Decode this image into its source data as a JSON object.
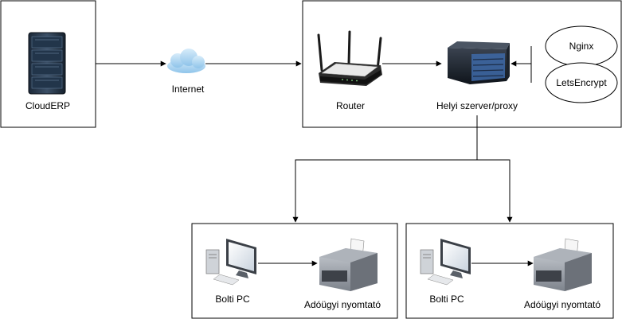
{
  "nodes": {
    "cloud_erp": {
      "label": "CloudERP",
      "icon": "server-rack-icon"
    },
    "internet": {
      "label": "Internet",
      "icon": "cloud-icon"
    },
    "router": {
      "label": "Router",
      "icon": "router-icon"
    },
    "local_server": {
      "label": "Helyi szerver/proxy",
      "icon": "server-icon"
    },
    "nginx": {
      "label": "Nginx"
    },
    "letsencrypt": {
      "label": "LetsEncrypt"
    },
    "shop_left": {
      "pc": {
        "label": "Bolti PC",
        "icon": "desktop-pc-icon"
      },
      "printer": {
        "label": "Adóügyi nyomtató",
        "icon": "printer-icon"
      }
    },
    "shop_right": {
      "pc": {
        "label": "Bolti PC",
        "icon": "desktop-pc-icon"
      },
      "printer": {
        "label": "Adóügyi nyomtató",
        "icon": "printer-icon"
      }
    }
  },
  "colors": {
    "line": "#000000",
    "cloud": "#b9dcf4",
    "server_dark": "#1e2530",
    "server_blue": "#4a74b8",
    "printer_body": "#9aa0a8"
  }
}
